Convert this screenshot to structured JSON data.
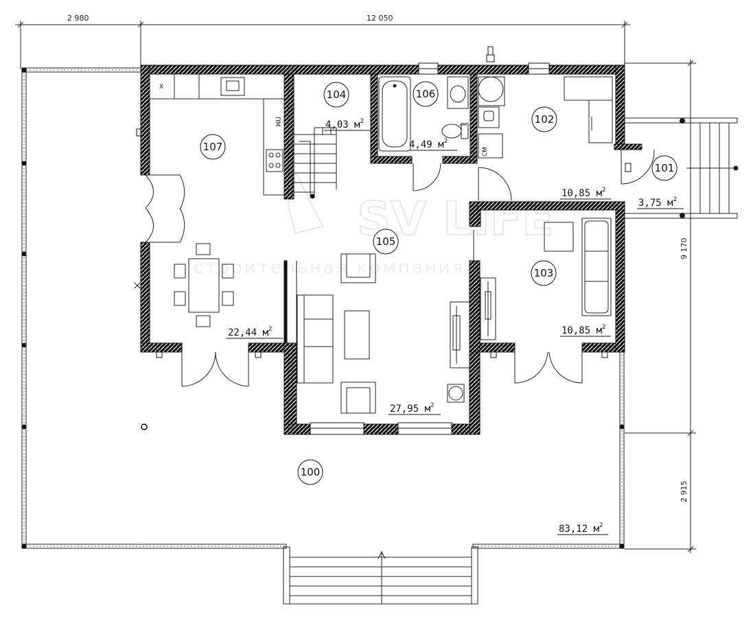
{
  "dimensions": {
    "top_left": "2 980",
    "top_main": "12 050",
    "right_upper": "9 170",
    "right_lower": "2 915"
  },
  "rooms": [
    {
      "number": "107",
      "area": "22,44 м",
      "sup": "2"
    },
    {
      "number": "104",
      "area": "4,03 м",
      "sup": "2"
    },
    {
      "number": "106",
      "area": "4,49 м",
      "sup": "2"
    },
    {
      "number": "102",
      "area": "10,85 м",
      "sup": "2"
    },
    {
      "number": "101",
      "area": "3,75 м",
      "sup": "2"
    },
    {
      "number": "105",
      "area": "27,95 м",
      "sup": "2"
    },
    {
      "number": "103",
      "area": "10,85 м",
      "sup": "2"
    },
    {
      "number": "100",
      "area": "83,12 м",
      "sup": "2"
    }
  ],
  "watermark": {
    "brand": "SV LIFE",
    "tagline": "строительная компания"
  },
  "appliance_labels": {
    "dishwasher": "ПМ",
    "washer": "СМ",
    "stove_x": "X"
  },
  "colors": {
    "wall": "#111111",
    "hatch": "#ffffff",
    "line": "#222222"
  }
}
